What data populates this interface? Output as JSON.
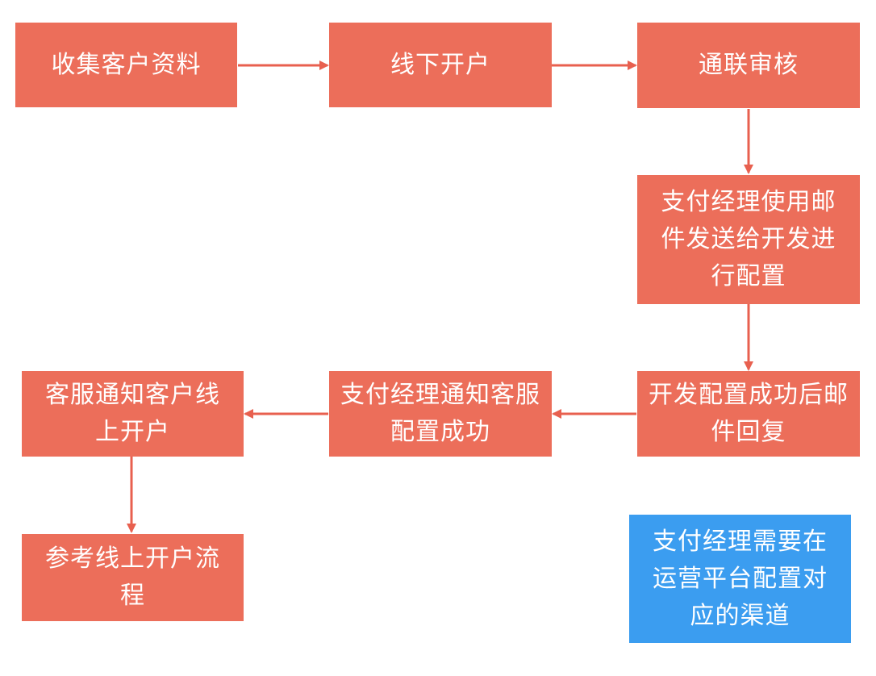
{
  "colors": {
    "node_fill": "#ec6e5a",
    "note_fill": "#3b9df0",
    "node_text": "#ffffff",
    "arrow": "#e8604f"
  },
  "nodes": {
    "collect": "收集客户资料",
    "offline": "线下开户",
    "unionpay": "通联审核",
    "email": "支付经理使用邮件发送给开发进行配置",
    "dev_reply": "开发配置成功后邮件回复",
    "notify_cs": "支付经理通知客服配置成功",
    "cs_notify": "客服通知客户线上开户",
    "online_flow": "参考线上开户流程"
  },
  "note": {
    "text": "支付经理需要在运营平台配置对应的渠道"
  }
}
